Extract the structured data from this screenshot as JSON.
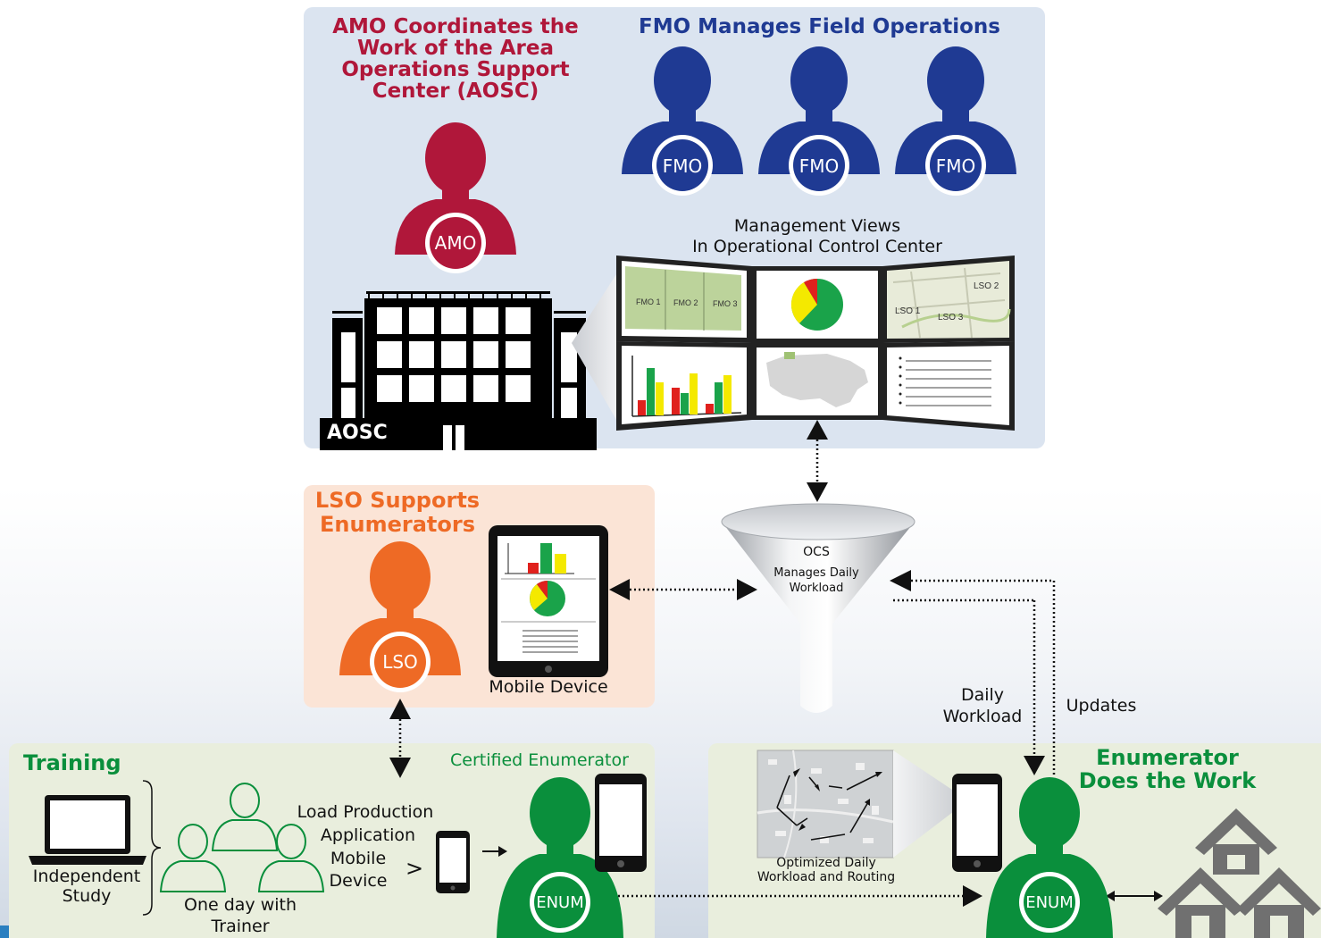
{
  "colors": {
    "amo_red": "#b0173a",
    "fmo_blue": "#1f3a93",
    "lso_orange": "#ee6a25",
    "enum_green": "#0a8f3c",
    "panel_blue": "#dbe4f0",
    "panel_peach": "#fbe4d6",
    "panel_green": "#e9eedd"
  },
  "aosc_panel": {
    "amo_title": "AMO Coordinates the Work of the Area Operations Support Center (AOSC)",
    "fmo_title": "FMO Manages Field Operations",
    "amo_badge": "AMO",
    "fmo_badges": [
      "FMO",
      "FMO",
      "FMO"
    ],
    "building_label": "AOSC",
    "mgmt_views_line1": "Management Views",
    "mgmt_views_line2": "In Operational Control Center",
    "map_labels": [
      "FMO 1",
      "FMO 2",
      "FMO 3"
    ],
    "lso_map_labels": [
      "LSO 2",
      "LSO 1",
      "LSO 3"
    ]
  },
  "lso_panel": {
    "title_line1": "LSO Supports",
    "title_line2": "Enumerators",
    "badge": "LSO",
    "device_label": "Mobile Device"
  },
  "ocs": {
    "line1": "OCS",
    "line2": "Manages Daily",
    "line3": "Workload"
  },
  "flow_labels": {
    "daily_workload_1": "Daily",
    "daily_workload_2": "Workload",
    "updates": "Updates"
  },
  "training_panel": {
    "title": "Training",
    "certified": "Certified Enumerator",
    "independent_1": "Independent",
    "independent_2": "Study",
    "trainer_1": "One day with",
    "trainer_2": "Trainer",
    "load_1": "Load Production",
    "load_2": "Application",
    "load_3": "Mobile",
    "load_4": "Device",
    "gt": ">",
    "enum_badge": "ENUM"
  },
  "work_panel": {
    "title_line1": "Enumerator",
    "title_line2": "Does the Work",
    "route_1": "Optimized Daily",
    "route_2": "Workload and Routing",
    "enum_badge": "ENUM"
  }
}
